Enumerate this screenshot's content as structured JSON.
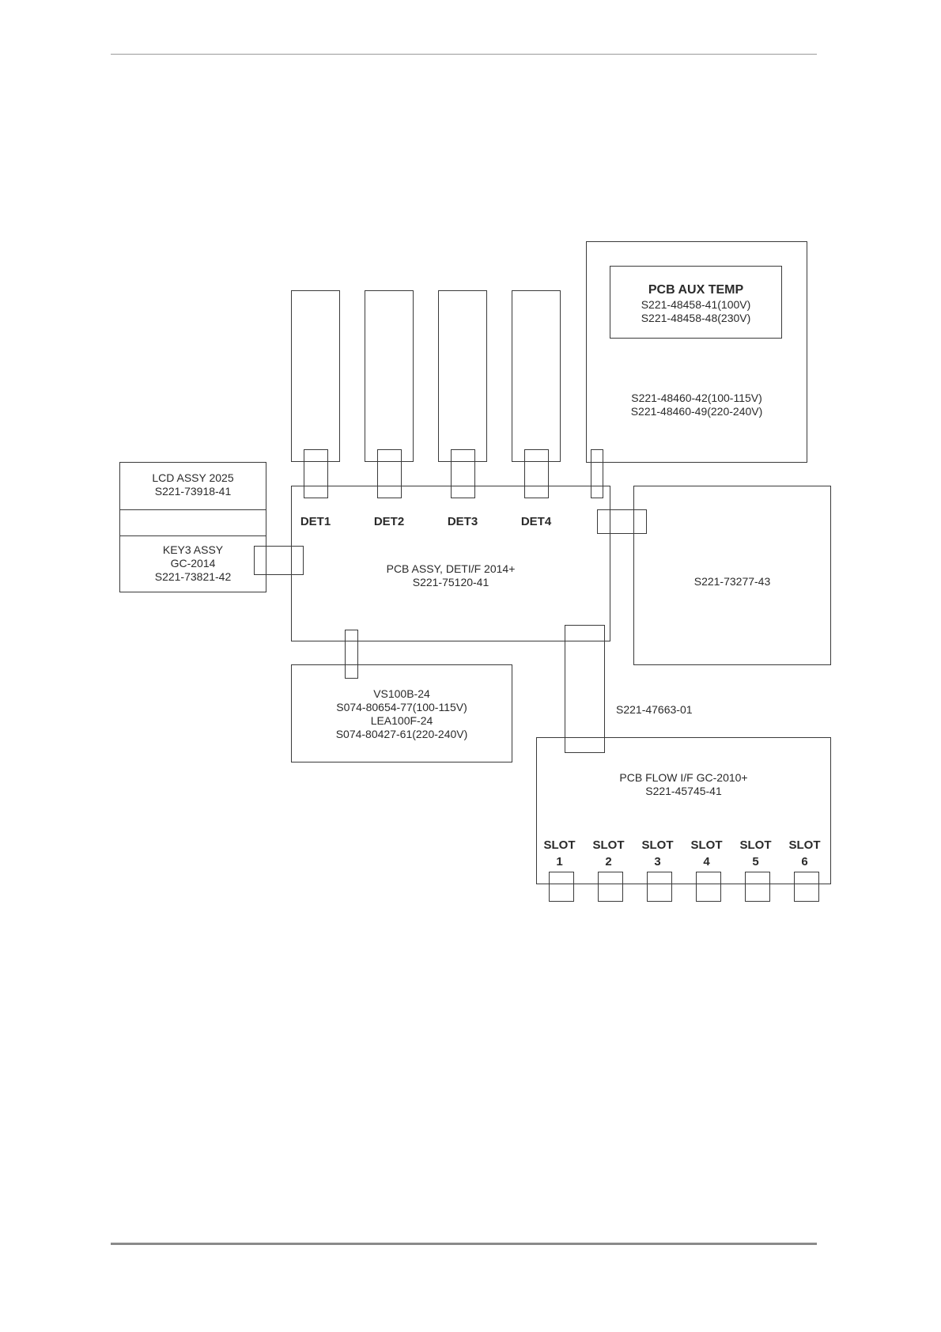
{
  "aux_temp": {
    "title": "PCB AUX TEMP",
    "line1": "S221-48458-41(100V)",
    "line2": "S221-48458-48(230V)"
  },
  "aux_outer": {
    "line1": "S221-48460-42(100-115V)",
    "line2": "S221-48460-49(220-240V)"
  },
  "lcd": {
    "line1": "LCD ASSY 2025",
    "line2": "S221-73918-41"
  },
  "key3": {
    "line1": "KEY3 ASSY",
    "line2": "GC-2014",
    "line3": "S221-73821-42"
  },
  "det_labels": [
    "DET1",
    "DET2",
    "DET3",
    "DET4"
  ],
  "main_pcb": {
    "line1": "PCB ASSY, DETI/F 2014+",
    "line2": "S221-75120-41"
  },
  "right_box": {
    "line1": "S221-73277-43"
  },
  "power": {
    "line1": "VS100B-24",
    "line2": "S074-80654-77(100-115V)",
    "line3": "LEA100F-24",
    "line4": "S074-80427-61(220-240V)"
  },
  "cable_label": "S221-47663-01",
  "flow": {
    "line1": "PCB FLOW I/F GC-2010+",
    "line2": "S221-45745-41"
  },
  "slots": [
    {
      "word": "SLOT",
      "num": "1"
    },
    {
      "word": "SLOT",
      "num": "2"
    },
    {
      "word": "SLOT",
      "num": "3"
    },
    {
      "word": "SLOT",
      "num": "4"
    },
    {
      "word": "SLOT",
      "num": "5"
    },
    {
      "word": "SLOT",
      "num": "6"
    }
  ]
}
